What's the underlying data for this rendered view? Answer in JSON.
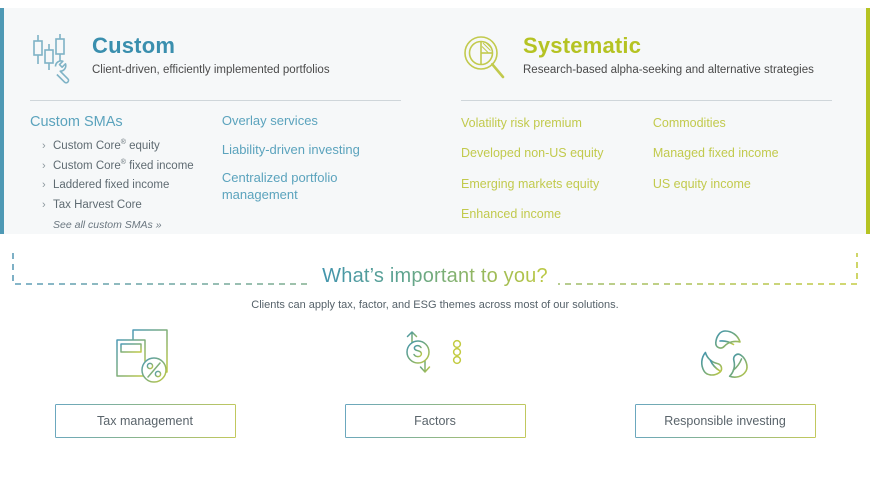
{
  "colors": {
    "teal": "#4e99b5",
    "teal_text": "#5ba3bd",
    "olive": "#b5c323",
    "olive_text": "#c2ca4d",
    "panel_bg": "#f6f8f9",
    "body_text": "#5f6b72"
  },
  "panels": [
    {
      "id": "custom",
      "icon": "candlestick-wrench-icon",
      "title": "Custom",
      "subtitle": "Client-driven, efficiently implemented portfolios",
      "group_title": "Custom SMAs",
      "sma_items": [
        {
          "text": "Custom Core",
          "sup": "®",
          "tail": " equity"
        },
        {
          "text": "Custom Core",
          "sup": "®",
          "tail": " fixed income"
        },
        {
          "text": "Laddered fixed income",
          "sup": "",
          "tail": ""
        },
        {
          "text": "Tax Harvest Core",
          "sup": "",
          "tail": ""
        }
      ],
      "see_all": "See all custom SMAs »",
      "links": [
        "Overlay services",
        "Liability-driven investing",
        "Centralized portfolio management"
      ]
    },
    {
      "id": "systematic",
      "icon": "magnifier-pie-icon",
      "title": "Systematic",
      "subtitle": "Research-based alpha-seeking and alternative strategies",
      "column_left": [
        "Volatility risk premium",
        "Developed non-US equity",
        "Emerging markets equity",
        "Enhanced income"
      ],
      "column_right": [
        "Commodities",
        "Managed fixed income",
        "US equity income"
      ]
    }
  ],
  "callout": {
    "title": "What’s important to you?",
    "subtitle": "Clients can apply tax, factor, and ESG themes across most of our solutions."
  },
  "themes": [
    {
      "icon": "calculator-percent-icon",
      "label": "Tax management"
    },
    {
      "icon": "dollar-factors-icon",
      "label": "Factors"
    },
    {
      "icon": "recycle-leaves-icon",
      "label": "Responsible investing"
    }
  ]
}
